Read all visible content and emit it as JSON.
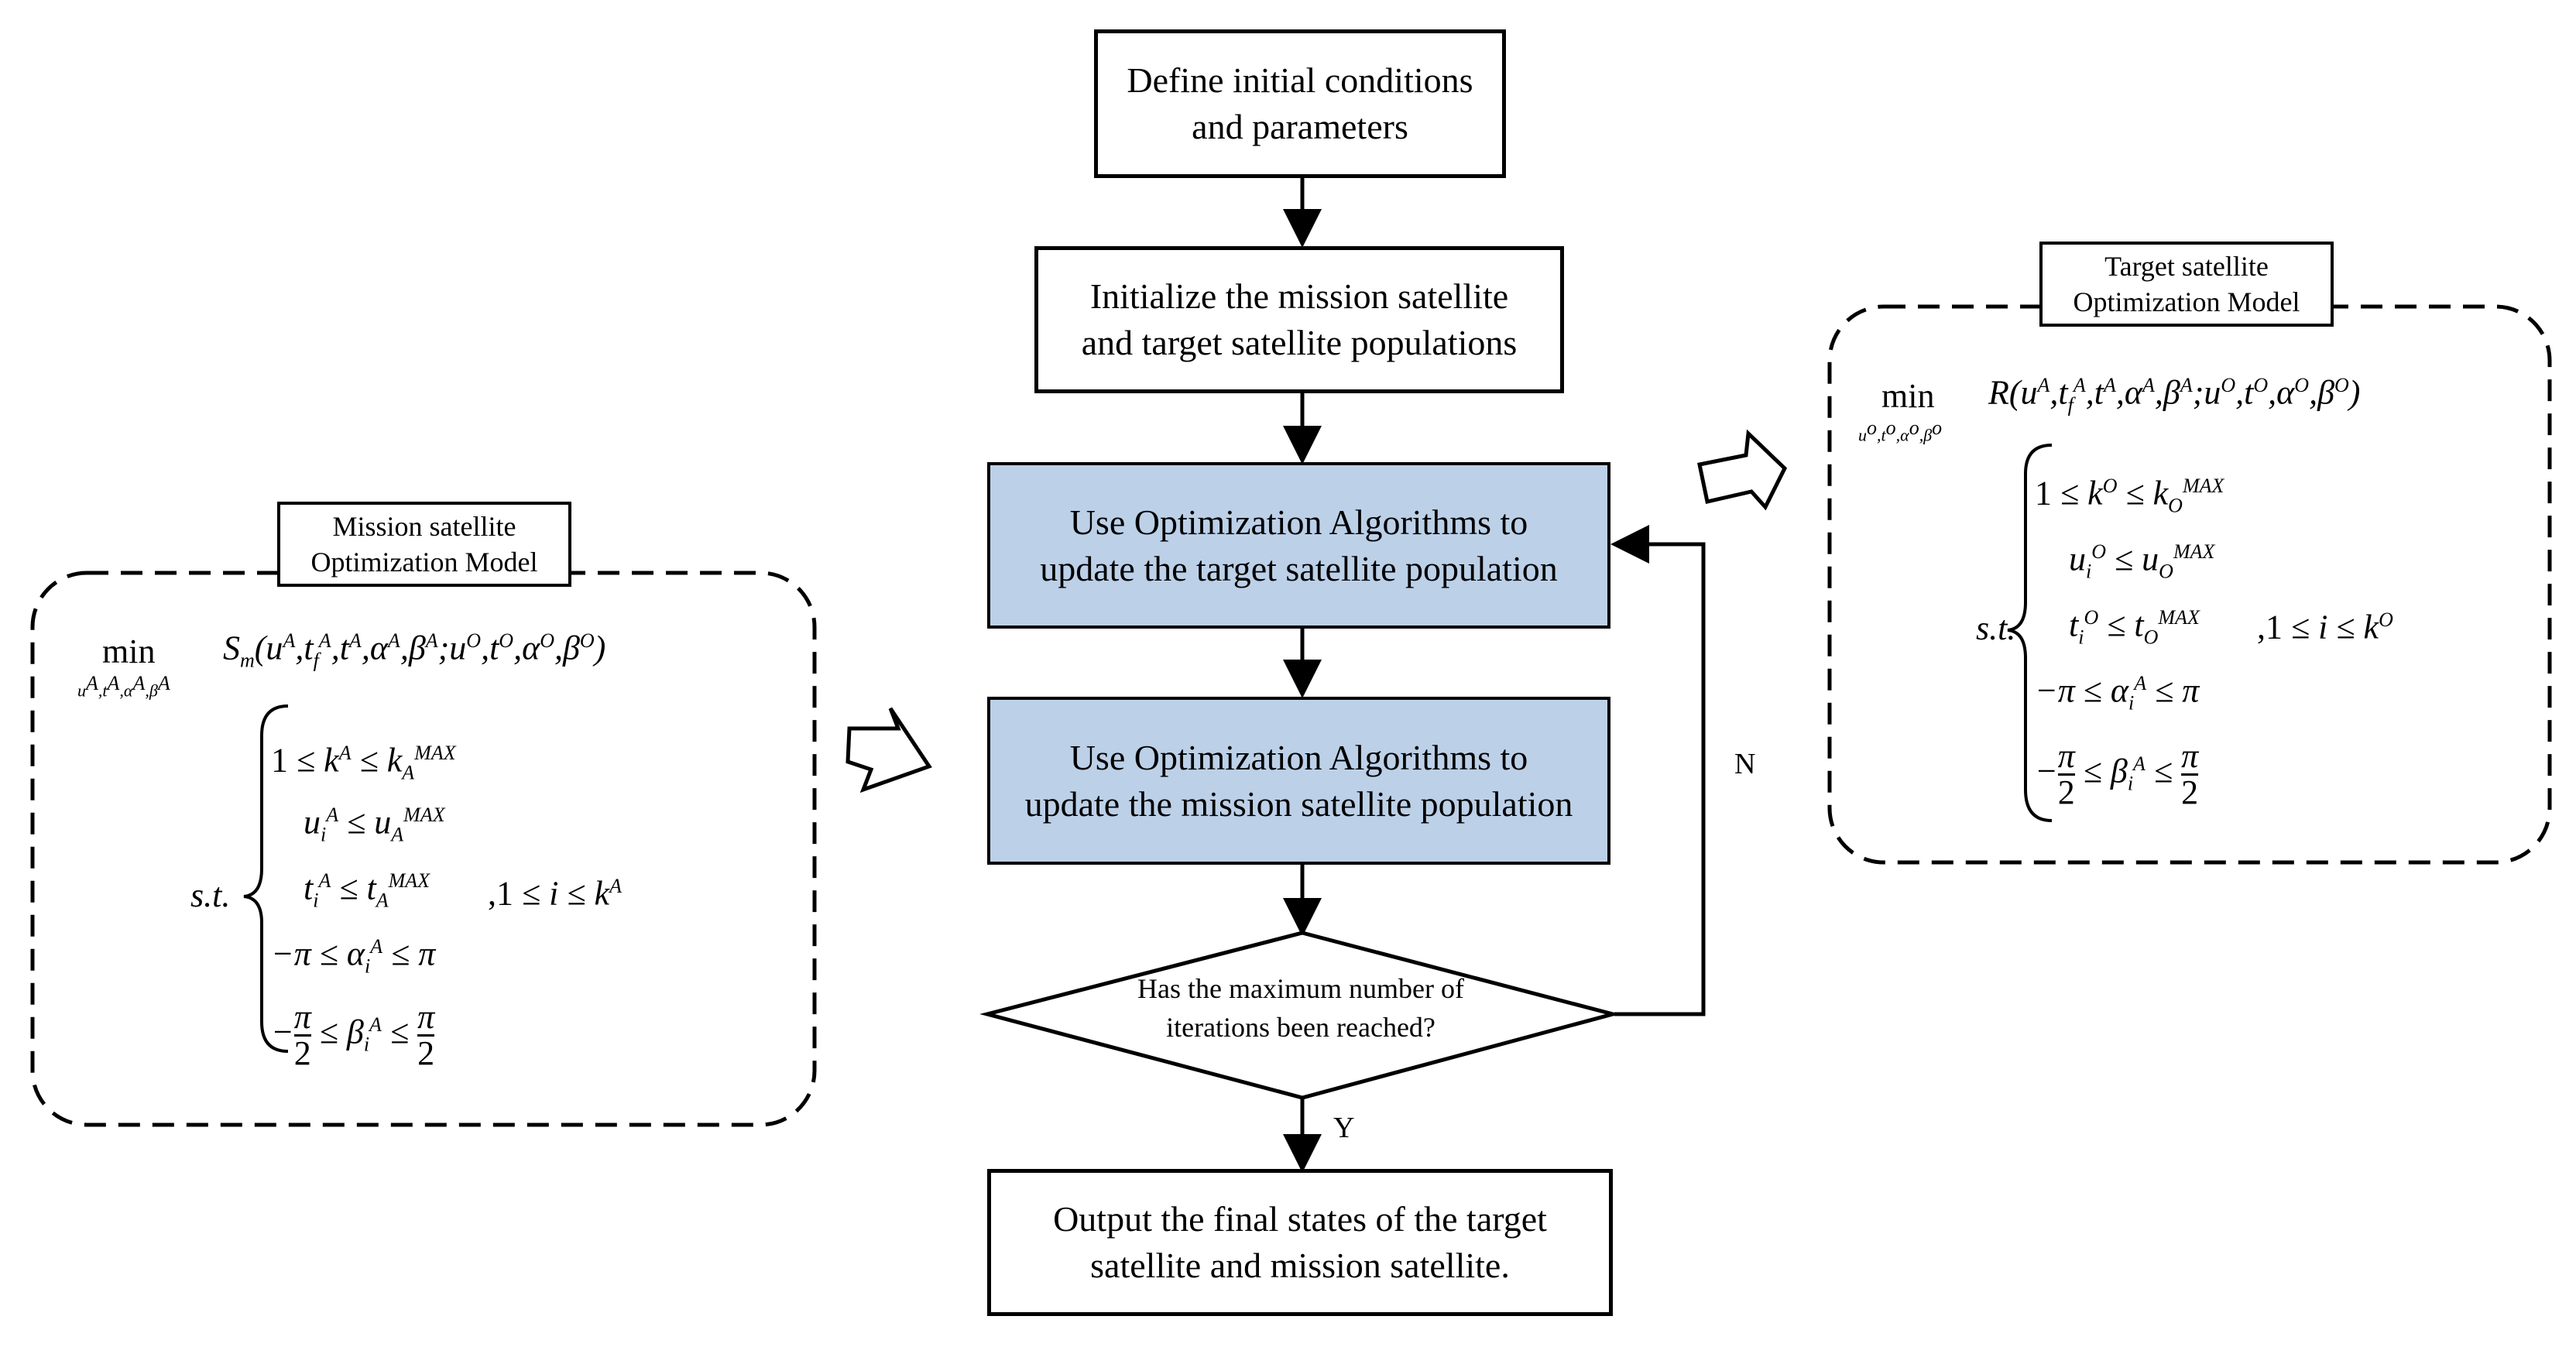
{
  "nodes": {
    "define": [
      "Define initial conditions",
      "and parameters"
    ],
    "initialize": [
      "Initialize the mission satellite",
      "and target satellite populations"
    ],
    "update_target": [
      "Use Optimization Algorithms to",
      "update the target satellite population"
    ],
    "update_mission": [
      "Use Optimization Algorithms to",
      "update the mission satellite population"
    ],
    "decision": [
      "Has the maximum number of",
      "iterations been reached?"
    ],
    "output": [
      "Output the final states of the target",
      "satellite and mission satellite."
    ]
  },
  "edge_labels": {
    "no": "N",
    "yes": "Y"
  },
  "mission_panel": {
    "title": [
      "Mission satellite",
      "Optimization Model"
    ],
    "objective": "min S_m(u^A, t_f^A, t^A, α^A, β^A; u^O, t^O, α^O, β^O) over u^A, t^A, α^A, β^A",
    "constraints_label": "s.t.",
    "constraints": [
      "1 ≤ k^A ≤ k_A^MAX",
      "u_i^A ≤ u_A^MAX",
      "t_i^A ≤ t_A^MAX",
      ",1 ≤ i ≤ k^A",
      "−π ≤ α_i^A ≤ π",
      "−π/2 ≤ β_i^A ≤ π/2"
    ]
  },
  "target_panel": {
    "title": [
      "Target satellite",
      "Optimization Model"
    ],
    "objective": "min R(u^A, t_f^A, t^A, α^A, β^A; u^O, t^O, α^O, β^O) over u^O, t^O, α^O, β^O",
    "constraints_label": "s.t.",
    "constraints": [
      "1 ≤ k^O ≤ k_O^MAX",
      "u_i^O ≤ u_O^MAX",
      "t_i^O ≤ t_O^MAX",
      ",1 ≤ i ≤ k^O",
      "−π ≤ α_i^A ≤ π",
      "−π/2 ≤ β_i^A ≤ π/2"
    ]
  }
}
